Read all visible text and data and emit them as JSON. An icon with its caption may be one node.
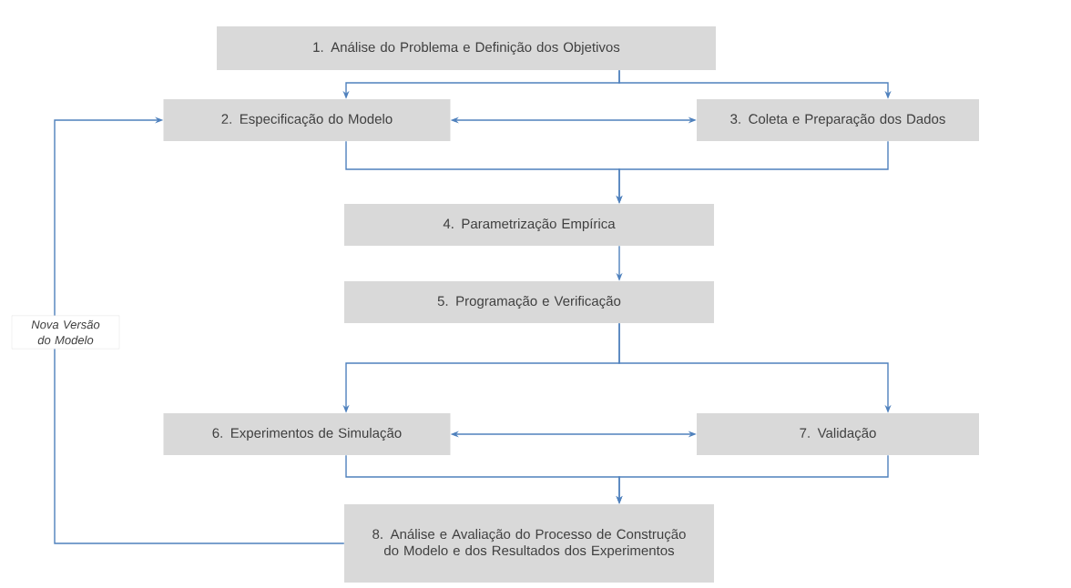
{
  "diagram": {
    "nodes": [
      {
        "text": [
          "1. Análise do Problema e Definição dos Objetivos"
        ]
      },
      {
        "text": [
          "2. Especificação do Modelo"
        ]
      },
      {
        "text": [
          "3. Coleta e Preparação dos Dados"
        ]
      },
      {
        "text": [
          "4. Parametrização Empírica"
        ]
      },
      {
        "text": [
          "5. Programação e Verificação"
        ]
      },
      {
        "text": [
          "6. Experimentos de Simulação"
        ]
      },
      {
        "text": [
          "7. Validação"
        ]
      },
      {
        "text": [
          "8. Análise e Avaliação do Processo de Construção do Modelo e dos Resultados dos Experimentos"
        ]
      }
    ],
    "edges": [
      {
        "from": 0,
        "to": 1,
        "arrow": "to"
      },
      {
        "from": 0,
        "to": 2,
        "arrow": "to"
      },
      {
        "from": 1,
        "to": 2,
        "arrow": "both"
      },
      {
        "from": 1,
        "to": 3,
        "arrow": "to"
      },
      {
        "from": 2,
        "to": 3,
        "arrow": "to"
      },
      {
        "from": 3,
        "to": 4,
        "arrow": "to"
      },
      {
        "from": 4,
        "to": 5,
        "arrow": "to"
      },
      {
        "from": 4,
        "to": 6,
        "arrow": "to"
      },
      {
        "from": 5,
        "to": 6,
        "arrow": "both"
      },
      {
        "from": 5,
        "to": 7,
        "arrow": "to"
      },
      {
        "from": 6,
        "to": 7,
        "arrow": "to"
      },
      {
        "from": 7,
        "to": 1,
        "arrow": "to",
        "label": "Nova Versão do Modelo"
      }
    ]
  }
}
